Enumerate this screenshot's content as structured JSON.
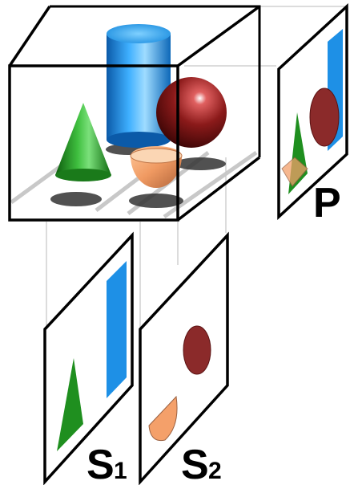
{
  "labels": {
    "plane_p": "P",
    "plane_s1_main": "S",
    "plane_s1_sub": "1",
    "plane_s2_main": "S",
    "plane_s2_sub": "2"
  },
  "colors": {
    "cone": "#1f8f1f",
    "cylinder": "#1e90e6",
    "sphere": "#8b1a1a",
    "hemisphere": "#f4a06a",
    "shadow": "#333333",
    "stripe": "#c8c8c8",
    "frame": "#000000"
  },
  "objects": [
    "cone-icon",
    "cylinder-icon",
    "sphere-icon",
    "hemisphere-icon"
  ]
}
